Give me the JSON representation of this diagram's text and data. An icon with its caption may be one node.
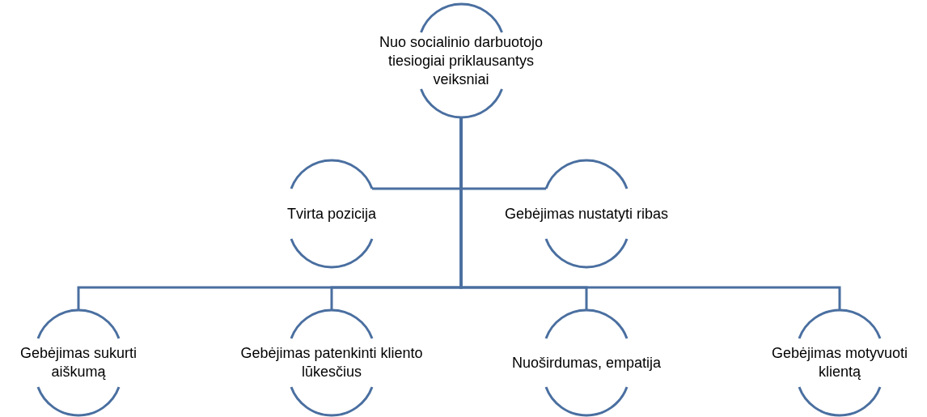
{
  "diagram": {
    "nodes": [
      {
        "text": [
          "Nuo socialinio darbuotojo tiesiogiai priklausantys veiksniai"
        ]
      },
      {
        "text": [
          "Tvirta pozicija"
        ]
      },
      {
        "text": [
          "Gebėjimas nustatyti ribas"
        ]
      },
      {
        "text": [
          "Gebėjimas sukurti aiškumą"
        ]
      },
      {
        "text": [
          "Gebėjimas patenkinti kliento lūkesčius"
        ]
      },
      {
        "text": [
          "Nuoširdumas, empatija"
        ]
      },
      {
        "text": [
          "Gebėjimas motyvuoti klientą"
        ]
      }
    ],
    "edges": [
      {
        "from": 0,
        "to": 1,
        "arrow": "none"
      },
      {
        "from": 0,
        "to": 2,
        "arrow": "none"
      },
      {
        "from": 0,
        "to": 3,
        "arrow": "none"
      },
      {
        "from": 0,
        "to": 4,
        "arrow": "none"
      },
      {
        "from": 0,
        "to": 5,
        "arrow": "none"
      },
      {
        "from": 0,
        "to": 6,
        "arrow": "none"
      }
    ]
  }
}
